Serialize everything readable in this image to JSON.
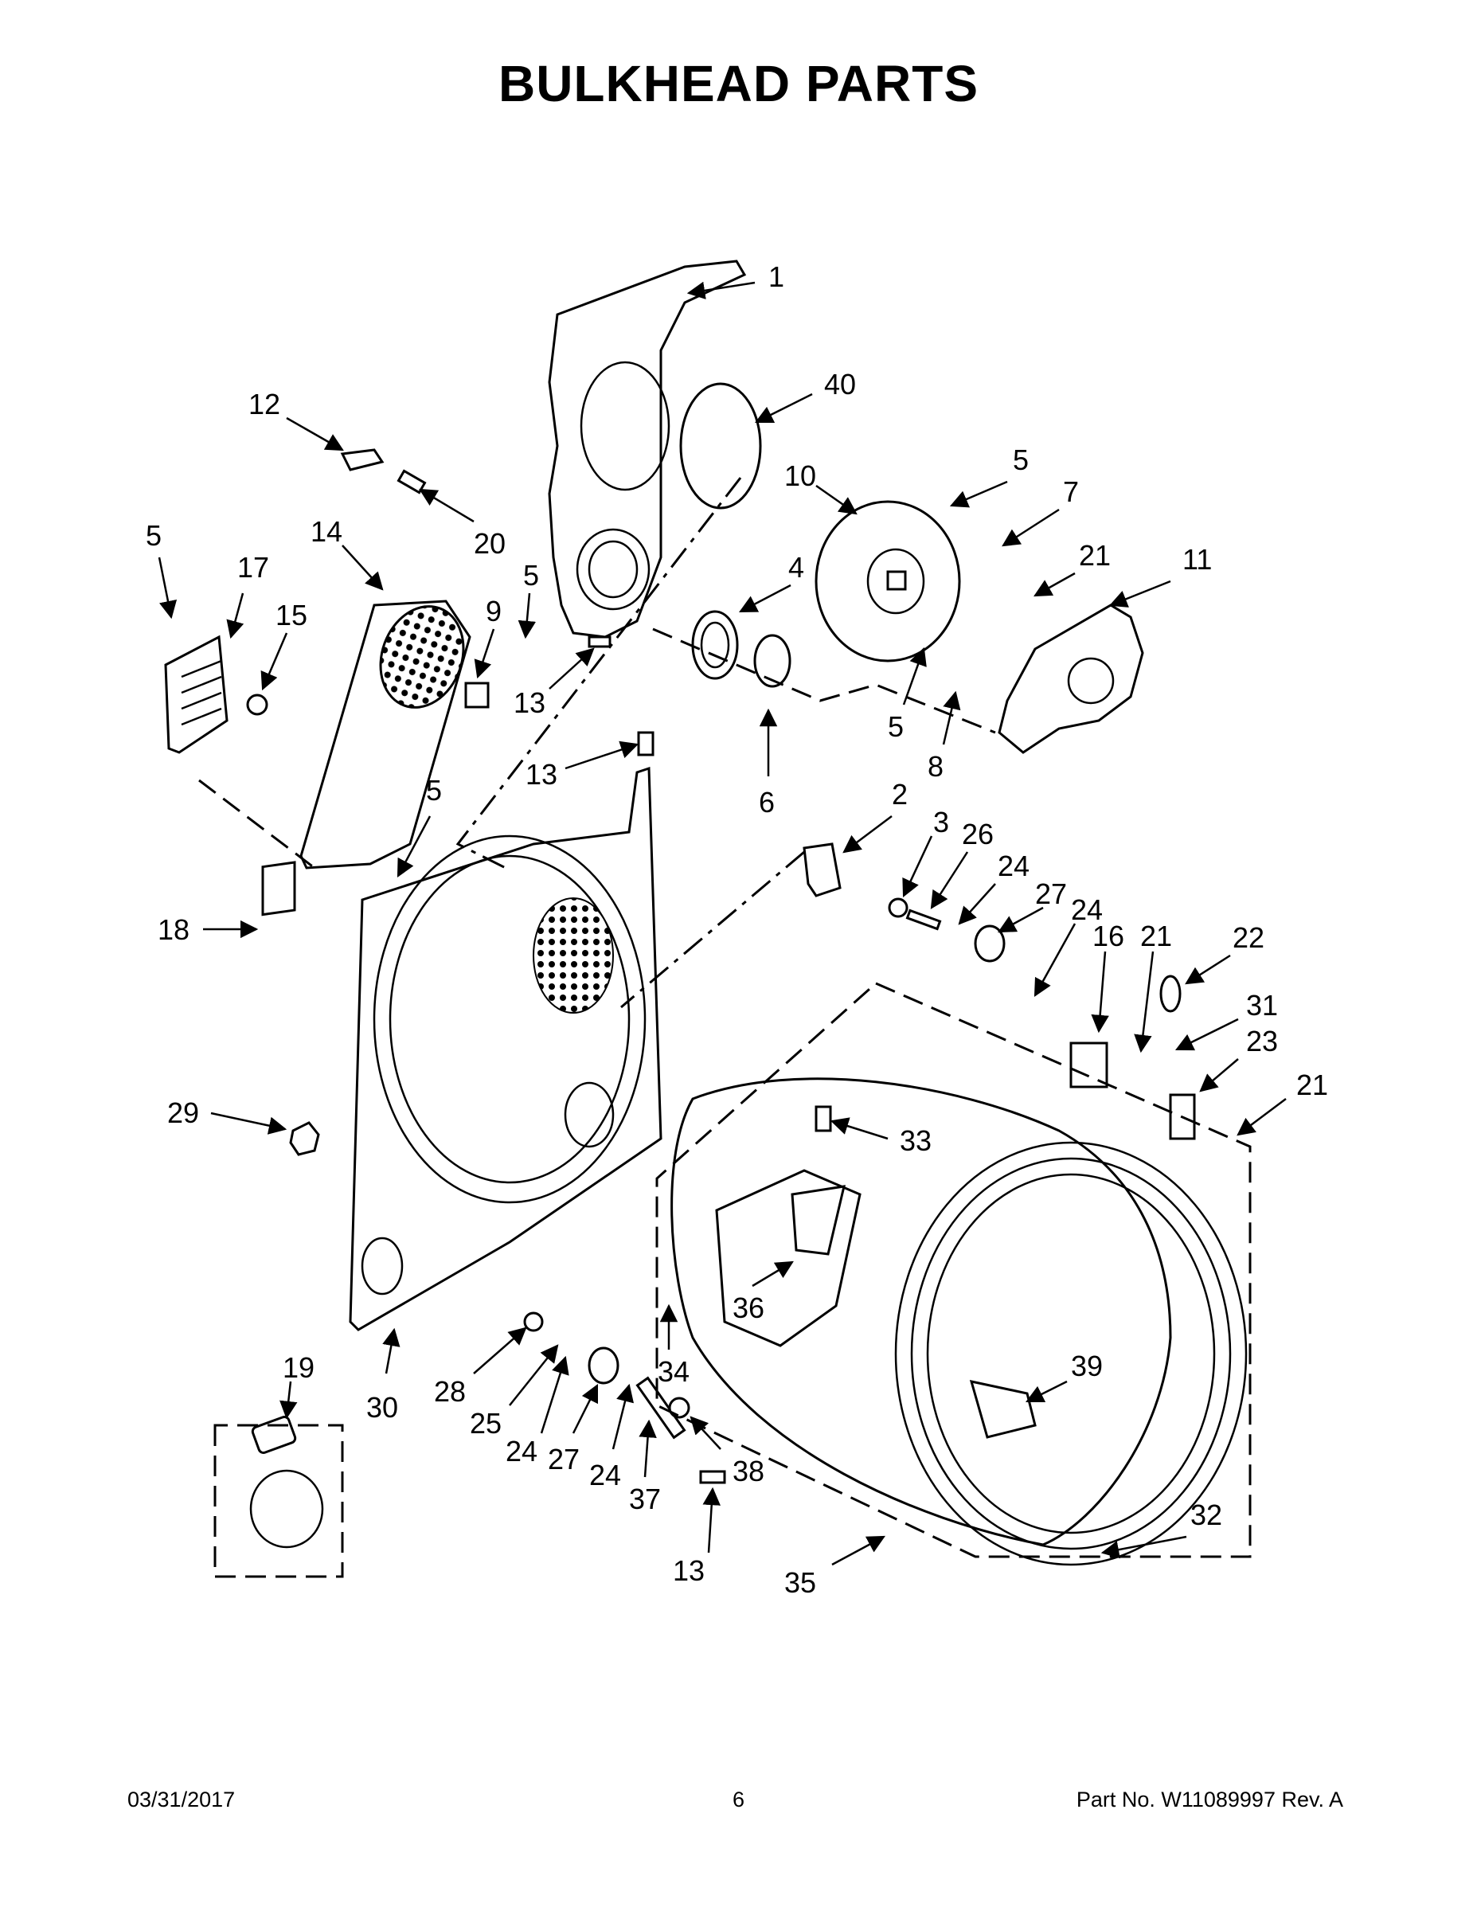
{
  "title": "BULKHEAD PARTS",
  "callouts": {
    "c1": "1",
    "c2": "2",
    "c3": "3",
    "c4": "4",
    "c5a": "5",
    "c5b": "5",
    "c5c": "5",
    "c5d": "5",
    "c5e": "5",
    "c6": "6",
    "c7": "7",
    "c8": "8",
    "c9": "9",
    "c10": "10",
    "c11": "11",
    "c12": "12",
    "c13a": "13",
    "c13b": "13",
    "c13c": "13",
    "c14": "14",
    "c15": "15",
    "c16": "16",
    "c17": "17",
    "c18": "18",
    "c19": "19",
    "c20": "20",
    "c21a": "21",
    "c21b": "21",
    "c21c": "21",
    "c22": "22",
    "c23": "23",
    "c24a": "24",
    "c24b": "24",
    "c24c": "24",
    "c24d": "24",
    "c25": "25",
    "c26": "26",
    "c27a": "27",
    "c27b": "27",
    "c28": "28",
    "c29": "29",
    "c30": "30",
    "c31": "31",
    "c32": "32",
    "c33": "33",
    "c34": "34",
    "c35": "35",
    "c36": "36",
    "c37": "37",
    "c38": "38",
    "c39": "39",
    "c40": "40"
  },
  "footer": {
    "date": "03/31/2017",
    "page": "6",
    "part_no": "Part No.  W11089997  Rev.  A"
  }
}
